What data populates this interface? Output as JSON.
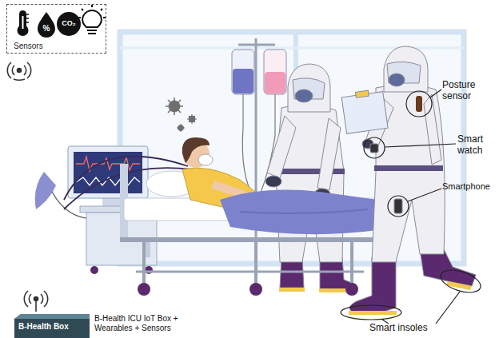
{
  "diagram": {
    "nodes": [
      {
        "text": [
          "Sensors"
        ]
      },
      {
        "text": [
          "%"
        ],
        "in": 0
      },
      {
        "text": [
          "CO₂"
        ],
        "in": 0
      },
      {
        "text": [
          "B-Health Box"
        ]
      }
    ],
    "labels": [
      "Posture sensor",
      "Smart watch",
      "Smartphone",
      "Smart insoles",
      "B-Health ICU IoT Box + Wearables + Sensors"
    ]
  }
}
